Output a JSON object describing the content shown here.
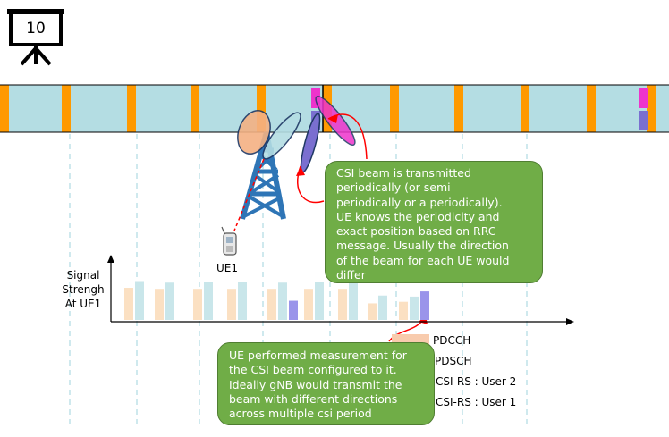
{
  "slide": {
    "number": "10",
    "icon": "presentation-board-icon"
  },
  "ue_label": "UE1",
  "y_axis_label": [
    "Signal",
    "Strengh",
    "At UE1"
  ],
  "callout_top": {
    "lines": [
      "CSI beam is transmitted",
      "periodically (or semi",
      "periodically or a periodically).",
      "UE knows the periodicity and",
      "exact position based on RRC",
      "message. Usually the direction",
      "of the beam for each UE would",
      "differ"
    ]
  },
  "callout_bottom": {
    "lines": [
      "UE performed measurement for",
      "the CSI beam configured to it.",
      "Ideally gNB would transmit the",
      "beam with different directions",
      "across multiple csi period"
    ]
  },
  "legend": [
    {
      "label": "PDCCH",
      "color": "#ffc000"
    },
    {
      "label": "PDSCH",
      "color": "#b4dde3"
    },
    {
      "label": "CSI-RS : User   2",
      "color": "#ff33cc"
    },
    {
      "label": "CSI-RS : User   1",
      "color": "#8080e0"
    }
  ],
  "colors": {
    "pdcch": "#ff9900",
    "pdsch": "#b4dde3",
    "csi_user2": "#ee33cc",
    "csi_user1": "#7a6fd0",
    "tower": "#2e75b6",
    "callout": "#70ad47",
    "arrow": "#ff0000"
  },
  "chart_data": {
    "type": "bar",
    "groups": [
      {
        "values": [
          0.62,
          0.75
        ]
      },
      {
        "values": [
          0.6,
          0.72
        ]
      },
      {
        "values": [
          0.6,
          0.74
        ]
      },
      {
        "values": [
          0.6,
          0.73
        ]
      },
      {
        "values": [
          0.6,
          0.72,
          0.37
        ]
      },
      {
        "values": [
          0.6,
          0.73
        ]
      },
      {
        "values": [
          0.6,
          0.72
        ]
      },
      {
        "values": [
          0.32,
          0.47
        ]
      },
      {
        "values": [
          0.35,
          0.45,
          0.55
        ]
      }
    ]
  }
}
